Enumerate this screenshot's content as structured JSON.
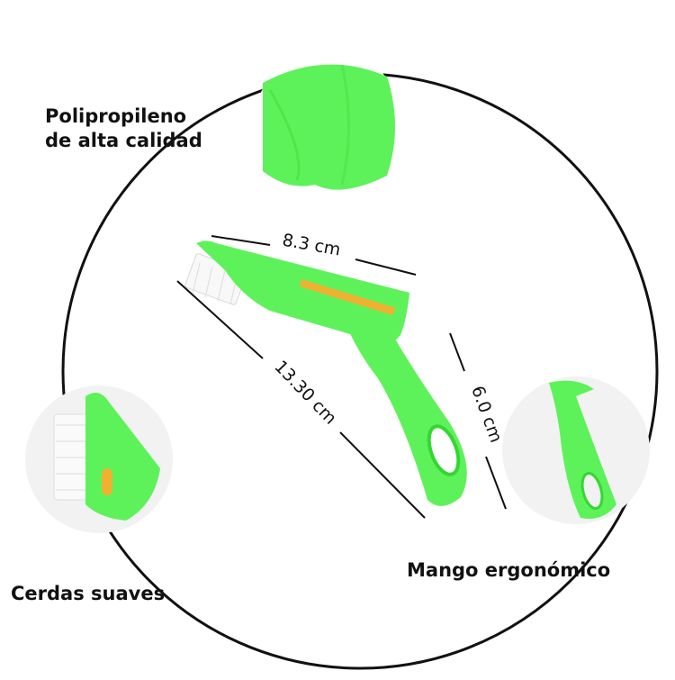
{
  "labels": {
    "material_line1": "Polipropileno",
    "material_line2": "de alta calidad",
    "bristles": "Cerdas suaves",
    "handle": "Mango ergonómico"
  },
  "dimensions": {
    "width": "8.3 cm",
    "length": "13.30 cm",
    "height": "6.0 cm"
  },
  "colors": {
    "product_green": "#5ef25a",
    "dark_green": "#35d633",
    "bristle_white": "#f2f2f2",
    "accent_orange": "#f0b030",
    "ring": "#111111"
  }
}
